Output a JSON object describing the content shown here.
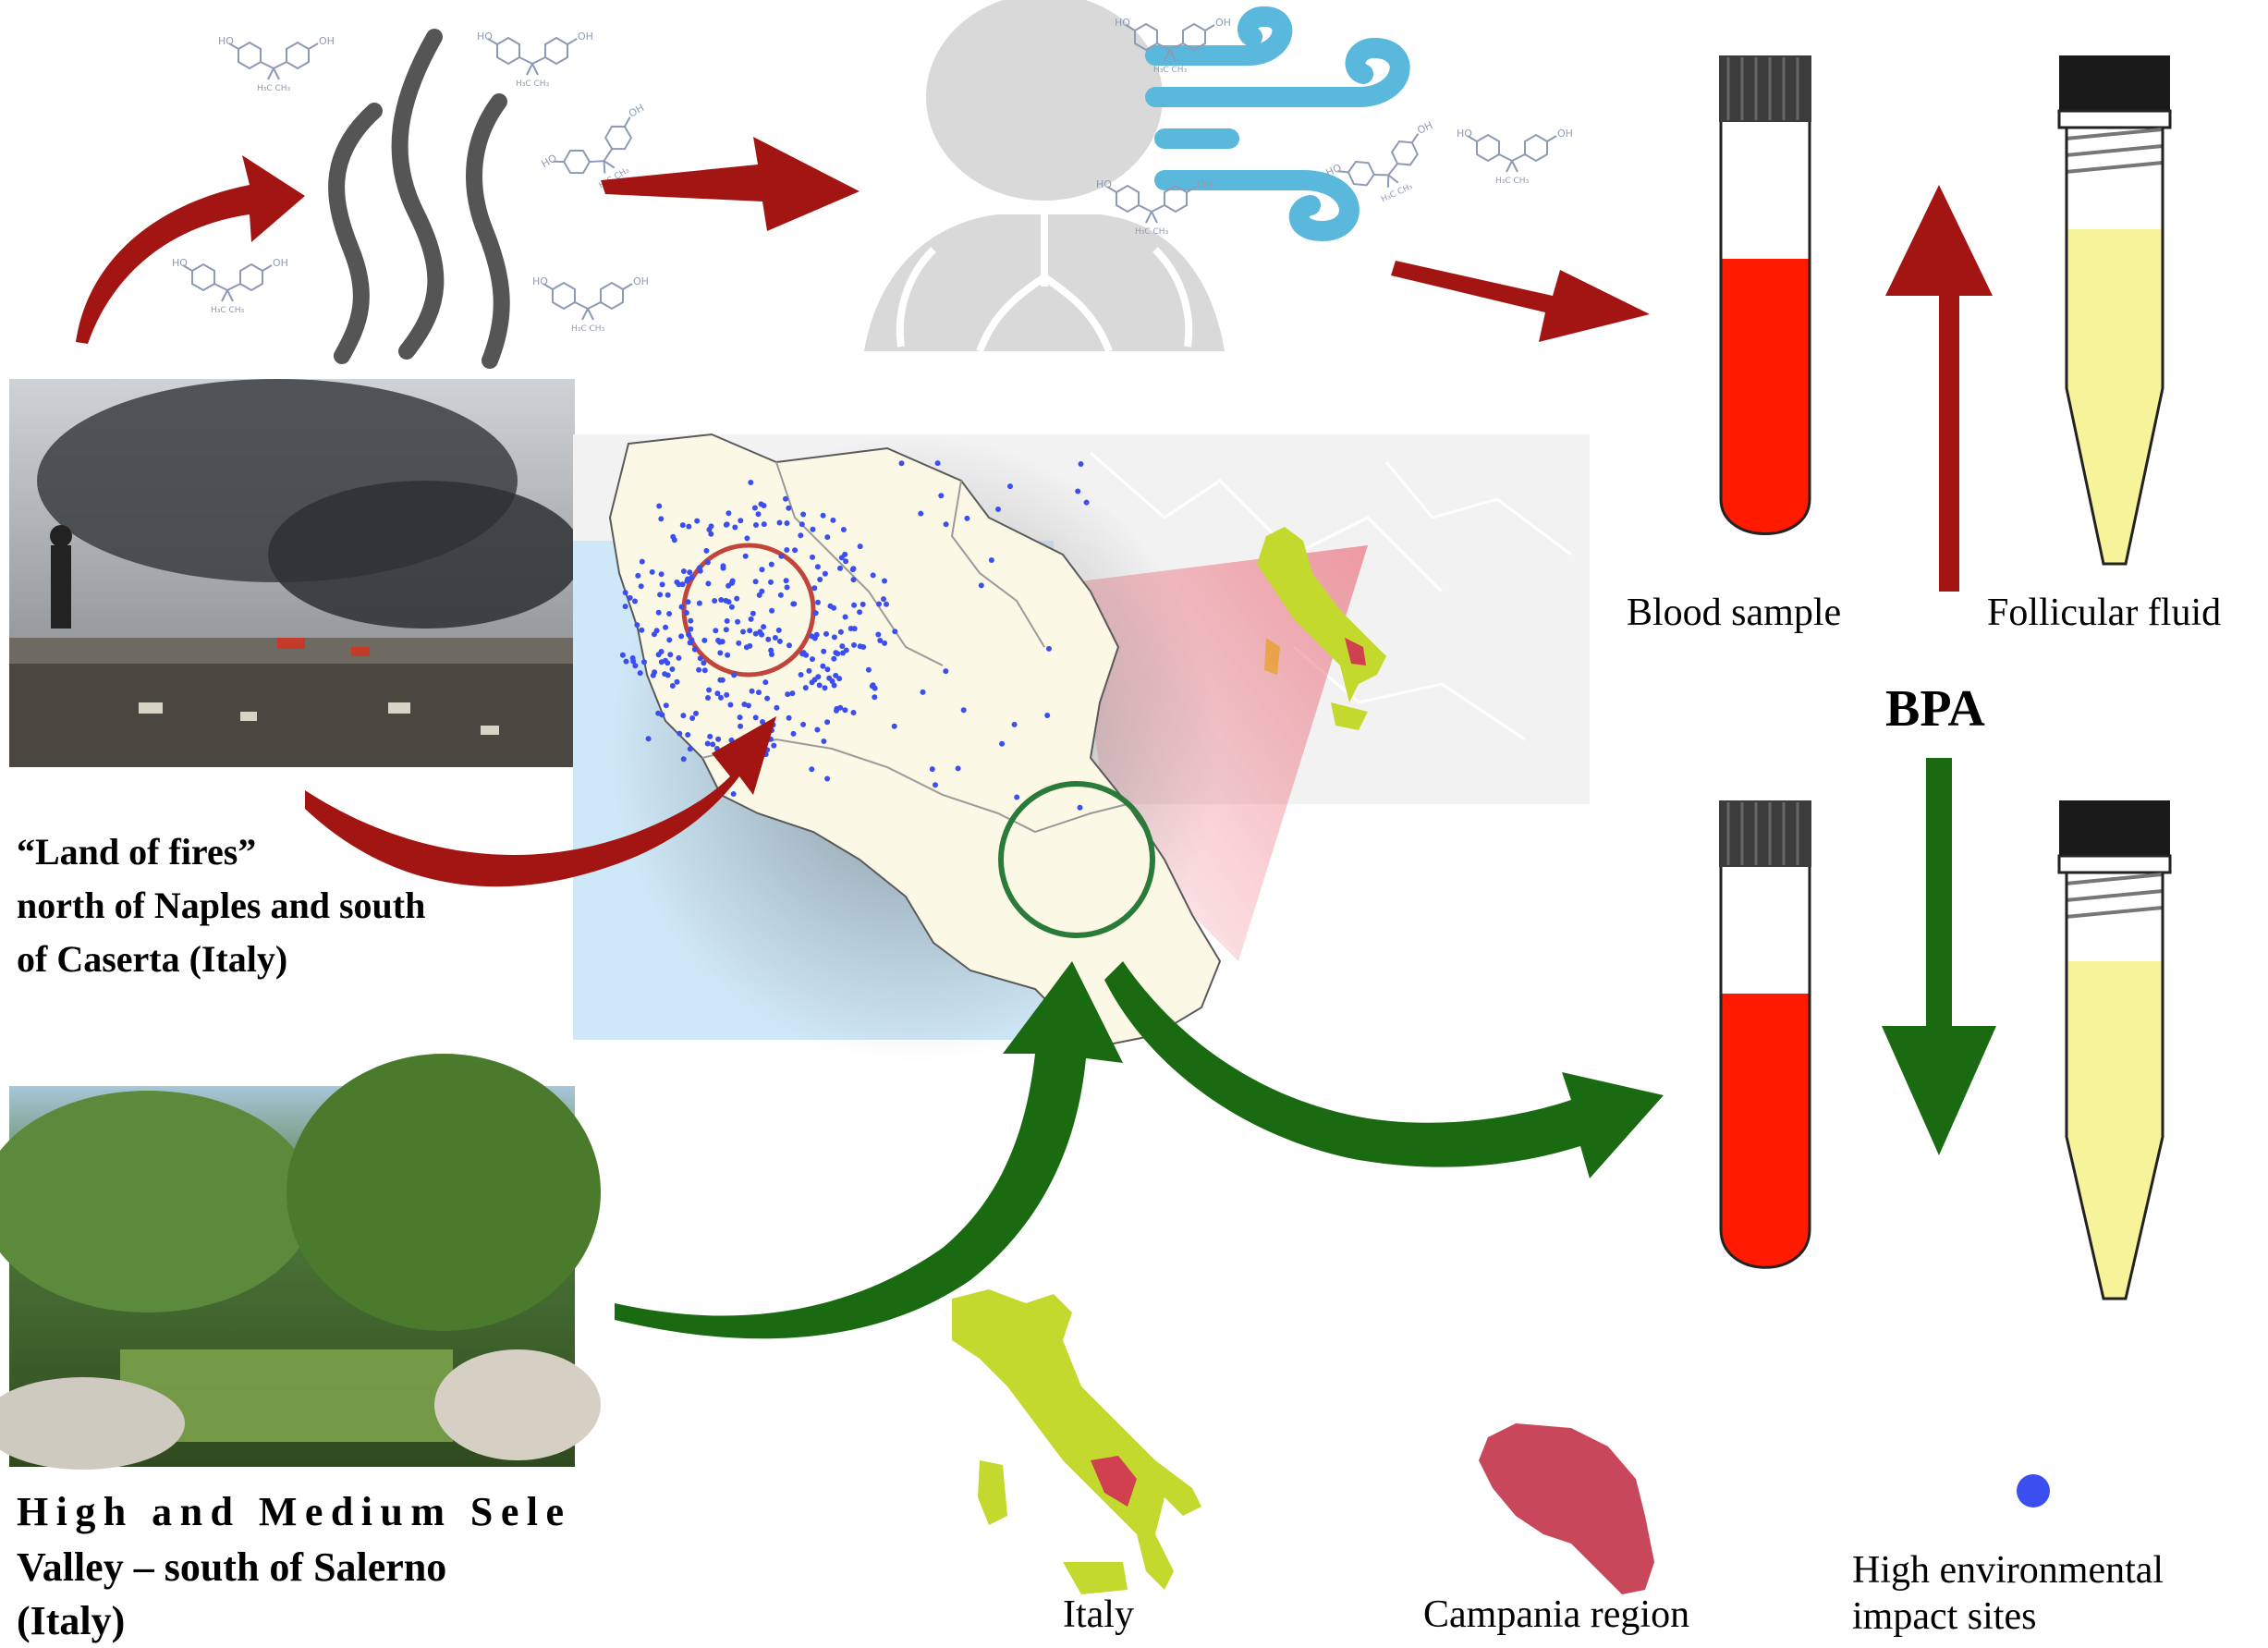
{
  "labels": {
    "blood_sample": "Blood sample",
    "follicular_fluid": "Follicular fluid",
    "bpa": "BPA"
  },
  "sites": {
    "land_of_fires": {
      "line1": "“Land of fires”",
      "line2": "north of Naples and south",
      "line3": "of Caserta (Italy)"
    },
    "sele_valley": {
      "line1": "High and Medium Sele",
      "line2": "Valley – south of Salerno",
      "line3": "(Italy)"
    }
  },
  "legend": {
    "italy": "Italy",
    "campania": "Campania region",
    "sites_line1": "High environmental",
    "sites_line2": "impact sites"
  },
  "colors": {
    "red_arrow": "#a31512",
    "green_arrow": "#1a6a12",
    "blood": "#ff1a00",
    "follicular": "#f7f39a",
    "italy": "#c3d92e",
    "campania": "#d0404f",
    "site_dot": "#3b4ff0",
    "sea": "#cfe8f7",
    "land": "#fbf8e6",
    "wind": "#5ab8dc",
    "fumes": "#555555",
    "person": "#d9d9d9"
  },
  "icons": [
    "fumes-icon",
    "bpa-molecule-icon",
    "person-lungs-icon",
    "wind-icon",
    "test-tube-icon",
    "falcon-tube-icon",
    "map-campania",
    "map-italy-inset"
  ]
}
